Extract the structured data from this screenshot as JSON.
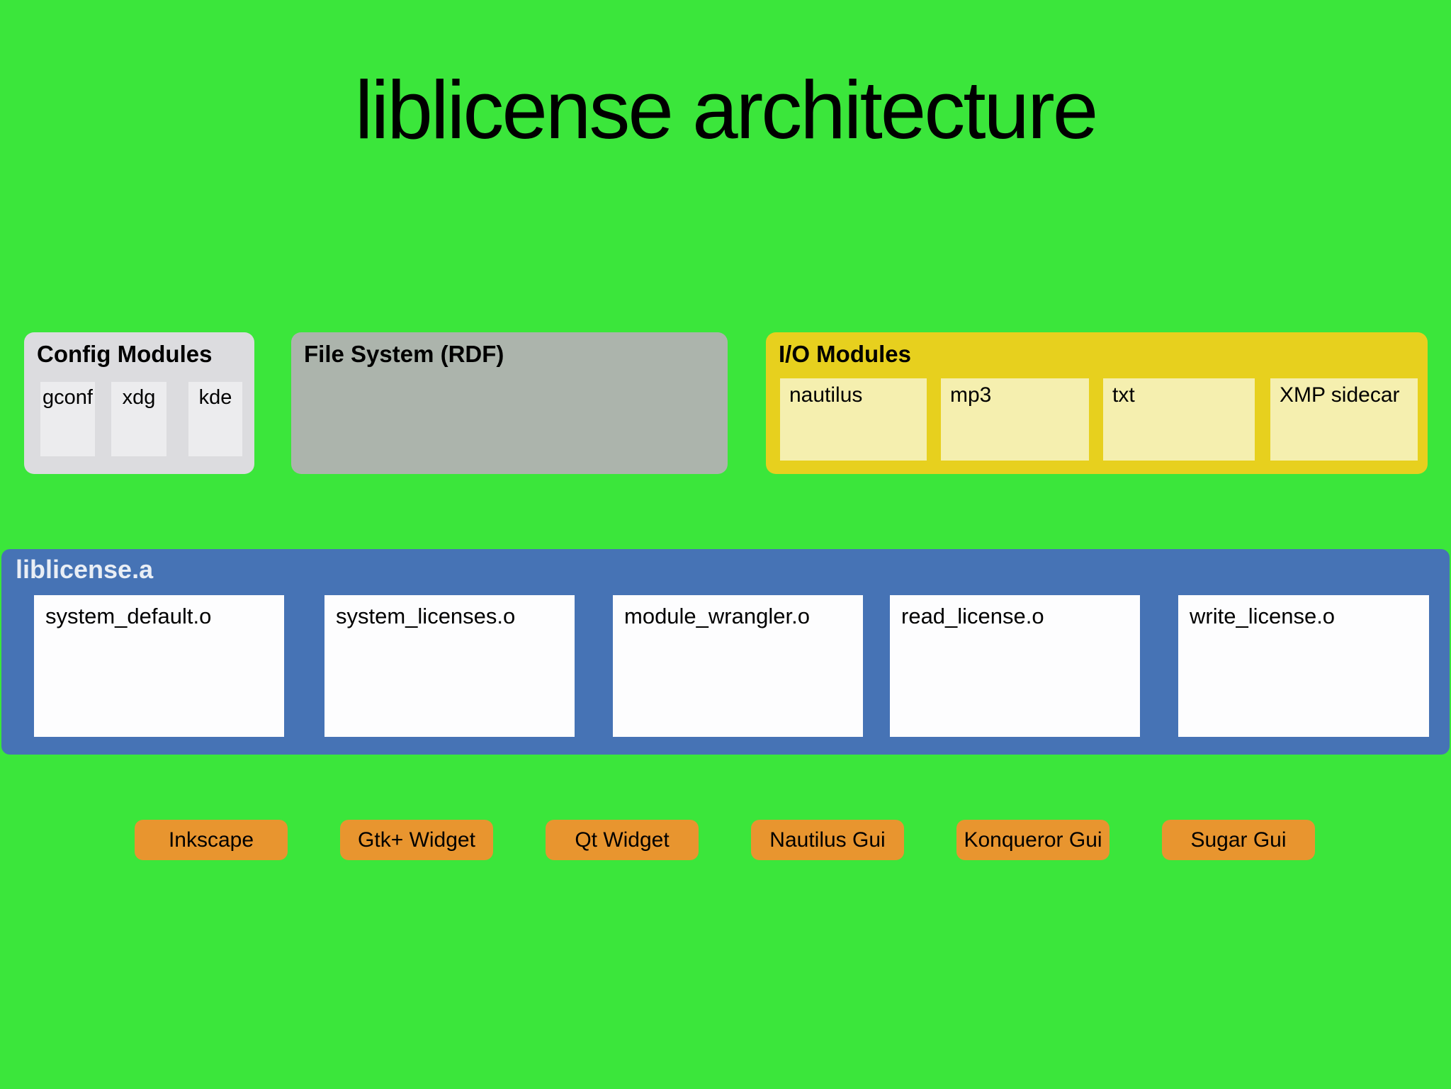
{
  "title": "liblicense architecture",
  "colors": {
    "background": "#3be63b",
    "config_box": "#dcdcdf",
    "config_item": "#ececee",
    "filesystem_box": "#acb4ac",
    "io_box": "#e7d01e",
    "io_item": "#f5efaf",
    "library_box": "#4673b5",
    "library_item": "#fdfdfe",
    "library_label_text": "#e9eef5",
    "gui_button": "#e8952f",
    "text": "#000000"
  },
  "groups": {
    "config": {
      "label": "Config Modules",
      "items": [
        "gconf",
        "xdg",
        "kde"
      ]
    },
    "filesystem": {
      "label": "File System (RDF)"
    },
    "io": {
      "label": "I/O Modules",
      "items": [
        "nautilus",
        "mp3",
        "txt",
        "XMP sidecar"
      ]
    },
    "library": {
      "label": "liblicense.a",
      "items": [
        "system_default.o",
        "system_licenses.o",
        "module_wrangler.o",
        "read_license.o",
        "write_license.o"
      ]
    }
  },
  "gui_buttons": [
    "Inkscape",
    "Gtk+ Widget",
    "Qt Widget",
    "Nautilus Gui",
    "Konqueror Gui",
    "Sugar Gui"
  ]
}
